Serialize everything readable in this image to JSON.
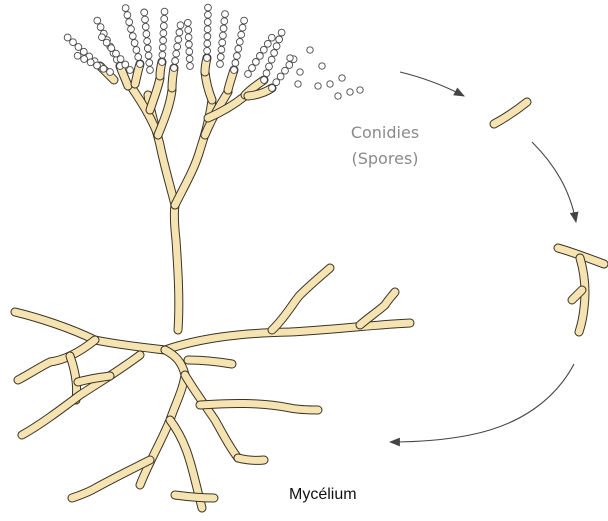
{
  "labels": {
    "conidies_line1": "Conidies",
    "conidies_line2": "(Spores)",
    "mycelium": "Mycélium"
  },
  "colors": {
    "hypha_fill": "#f5e3b1",
    "hypha_outline": "#3a3326",
    "spore_outline": "#4a4a4a",
    "arrow": "#444444",
    "conidies_text": "#8a8a8a",
    "mycelium_text": "#111111"
  }
}
